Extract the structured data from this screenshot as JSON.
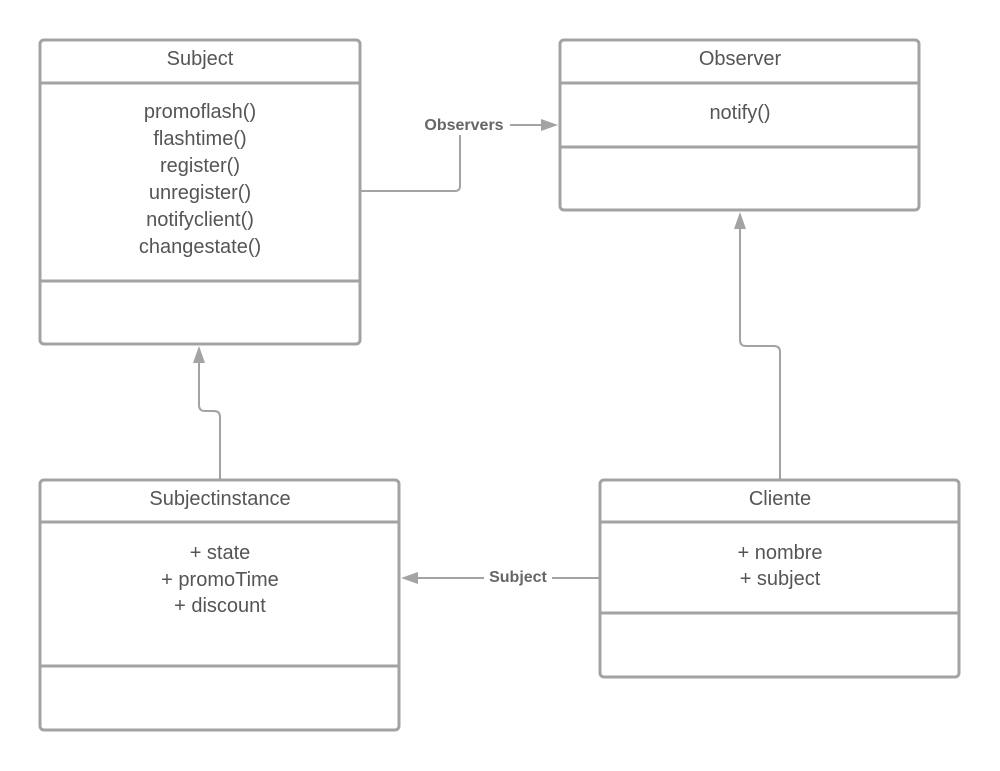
{
  "classes": {
    "subject": {
      "name": "Subject",
      "members": [
        "promoflash()",
        "flashtime()",
        "register()",
        "unregister()",
        "notifyclient()",
        "changestate()"
      ]
    },
    "observer": {
      "name": "Observer",
      "members": [
        "notify()"
      ]
    },
    "subjectinstance": {
      "name": "Subjectinstance",
      "members": [
        "+ state",
        "+ promoTime",
        "+ discount"
      ]
    },
    "cliente": {
      "name": "Cliente",
      "members": [
        "+ nombre",
        "+ subject"
      ]
    }
  },
  "relations": {
    "observers_label": "Observers",
    "subject_label": "Subject"
  },
  "colors": {
    "stroke": "#a3a3a3",
    "text": "#555555"
  }
}
